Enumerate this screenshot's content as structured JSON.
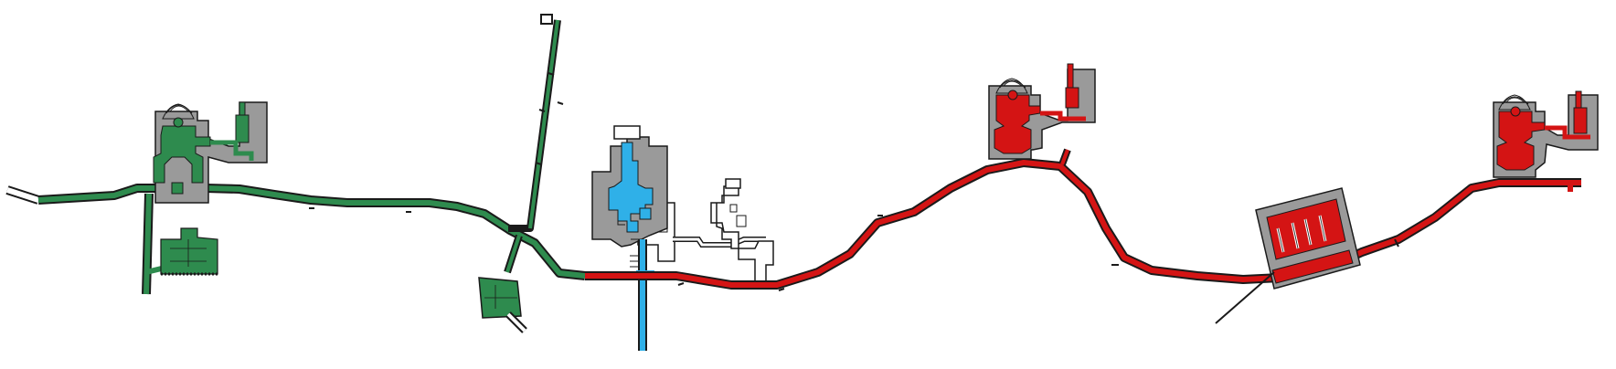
{
  "colors": {
    "background": "#ffffff",
    "green_section": "#2e8b4e",
    "blue_section": "#2fb0e8",
    "red_section": "#d41414",
    "casemate": "#9a9a9a",
    "outline": "#1a1a1a"
  },
  "sections": [
    {
      "key": "west",
      "color_name": "green"
    },
    {
      "key": "central",
      "color_name": "blue"
    },
    {
      "key": "east",
      "color_name": "red"
    }
  ]
}
